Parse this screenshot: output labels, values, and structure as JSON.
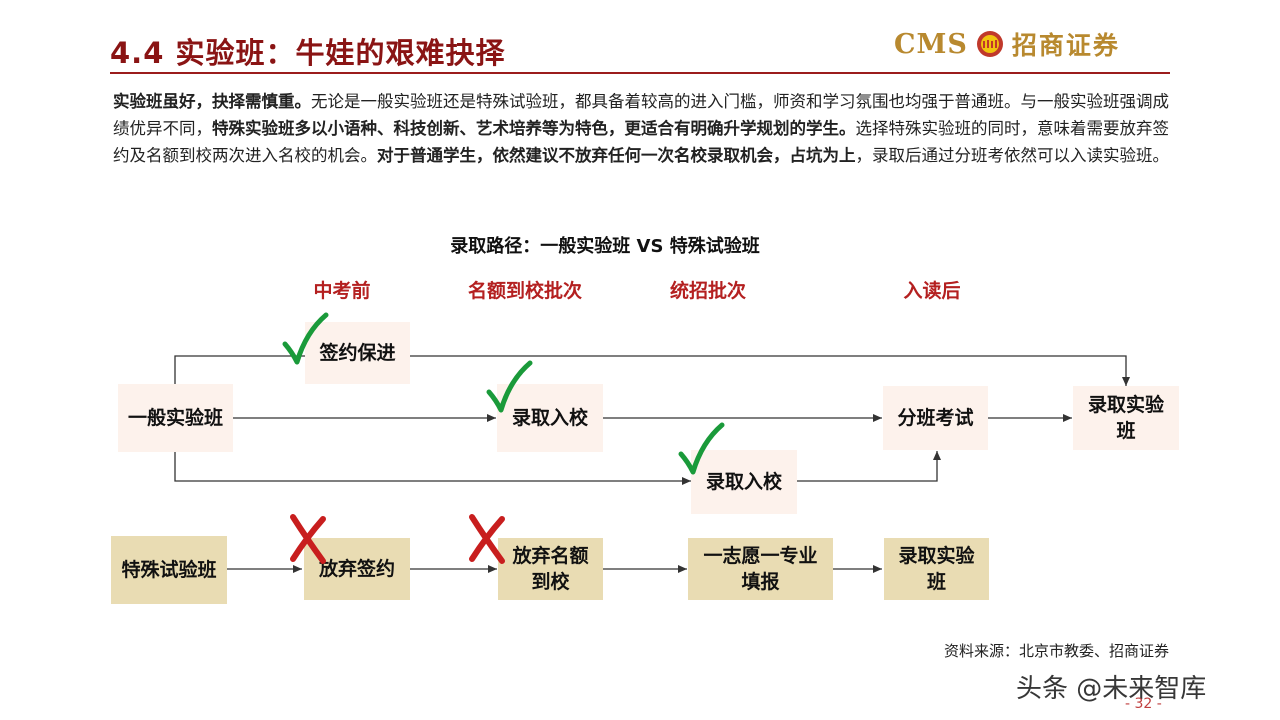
{
  "header": {
    "title": "4.4 实验班：牛娃的艰难抉择",
    "logo_latin": "CMS",
    "logo_chinese": "招商证券",
    "logo_color": "#b8892f"
  },
  "paragraph": [
    {
      "text": "实验班虽好，抉择需慎重。",
      "bold": true
    },
    {
      "text": "无论是一般实验班还是特殊试验班，都具备着较高的进入门槛，师资和学习氛围也均强于普通班。与一般实验班强调成绩优异不同，",
      "bold": false
    },
    {
      "text": "特殊实验班多以小语种、科技创新、艺术培养等为特色，更适合有明确升学规划的学生。",
      "bold": true
    },
    {
      "text": "选择特殊实验班的同时，意味着需要放弃签约及名额到校两次进入名校的机会。",
      "bold": false
    },
    {
      "text": "对于普通学生，依然建议不放弃任何一次名校录取机会，占坑为上",
      "bold": true
    },
    {
      "text": "，录取后通过分班考依然可以入读实验班。",
      "bold": false
    }
  ],
  "diagram": {
    "title": "录取路径：一般实验班 VS 特殊试验班",
    "stages": [
      "中考前",
      "名额到校批次",
      "统招批次",
      "入读后"
    ],
    "general_path": {
      "start": "一般实验班",
      "sign": "签约保进",
      "quota_admit": "录取入校",
      "unified_admit": "录取入校",
      "placement_exam": "分班考试",
      "result": "录取实验班"
    },
    "special_path": {
      "start": "特殊试验班",
      "give_up_sign": "放弃签约",
      "give_up_quota": "放弃名额到校",
      "first_choice": "一志愿一专业填报",
      "result": "录取实验班"
    },
    "colors": {
      "stage_text": "#b42020",
      "check": "#1a9a3a",
      "cross": "#c81e1e",
      "general_box": "#fdf2ec",
      "special_box": "#e9dcb3"
    }
  },
  "footer": {
    "source": "资料来源：北京市教委、招商证券",
    "watermark": "头条 @未来智库",
    "page_number": "- 32 -"
  }
}
